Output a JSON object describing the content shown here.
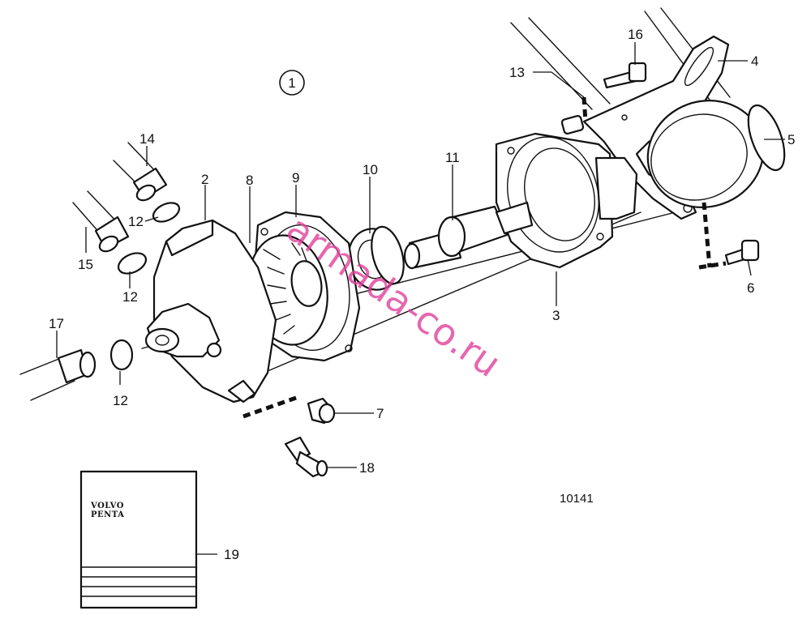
{
  "diagram": {
    "group_number": "1",
    "drawing_code": "10141",
    "manual_brand_line1": "VOLVO",
    "manual_brand_line2": "PENTA",
    "watermark": "armada-co.ru",
    "callouts": [
      {
        "id": "1",
        "label": "1"
      },
      {
        "id": "2",
        "label": "2"
      },
      {
        "id": "3",
        "label": "3"
      },
      {
        "id": "4",
        "label": "4"
      },
      {
        "id": "5",
        "label": "5"
      },
      {
        "id": "6",
        "label": "6"
      },
      {
        "id": "7",
        "label": "7"
      },
      {
        "id": "8",
        "label": "8"
      },
      {
        "id": "9",
        "label": "9"
      },
      {
        "id": "10",
        "label": "10"
      },
      {
        "id": "11",
        "label": "11"
      },
      {
        "id": "12a",
        "label": "12"
      },
      {
        "id": "12b",
        "label": "12"
      },
      {
        "id": "12c",
        "label": "12"
      },
      {
        "id": "13",
        "label": "13"
      },
      {
        "id": "14",
        "label": "14"
      },
      {
        "id": "15",
        "label": "15"
      },
      {
        "id": "16",
        "label": "16"
      },
      {
        "id": "17",
        "label": "17"
      },
      {
        "id": "18",
        "label": "18"
      },
      {
        "id": "19",
        "label": "19"
      }
    ]
  }
}
